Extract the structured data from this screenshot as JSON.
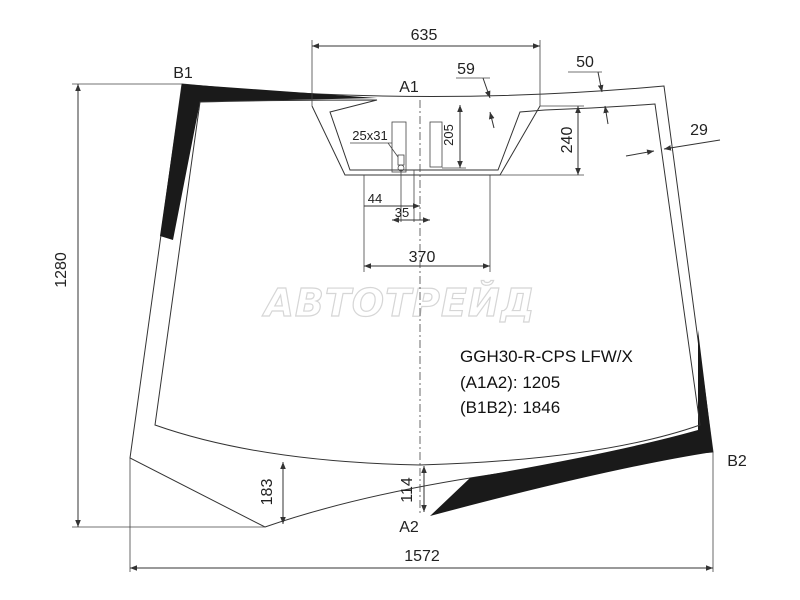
{
  "part_code": "GGH30-R-CPS LFW/X",
  "measurements": {
    "a1a2": "(A1A2): 1205",
    "b1b2": "(B1B2): 1846"
  },
  "points": {
    "b1": "B1",
    "b2": "B2",
    "a1": "A1",
    "a2": "A2"
  },
  "dimensions": {
    "width_total": "1572",
    "height_total": "1280",
    "top_opening": "635",
    "bracket_offset": "59",
    "edge_offset": "50",
    "right_band": "29",
    "bracket_height": "240",
    "sensor_height": "205",
    "sensor_size": "25x31",
    "bottom_width": "370",
    "offset_44": "44",
    "offset_35": "35",
    "bottom_left": "183",
    "bottom_center": "114"
  },
  "watermark": "АВТОТРЕЙД",
  "colors": {
    "glass_outline": "#333333",
    "black_band": "#1a1a1a"
  }
}
